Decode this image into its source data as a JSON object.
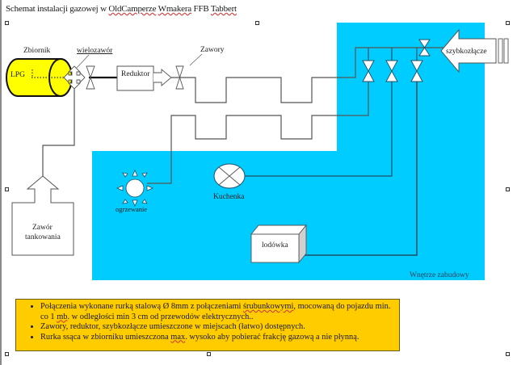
{
  "document": {
    "title_parts": {
      "prefix": "Schemat instalacji gazowej w ",
      "underlined1": "OldCamperze",
      "middle": " ",
      "underlined2": "Wmakera",
      "middle2": " FFB ",
      "underlined3": "Tabbert"
    }
  },
  "diagram": {
    "labels": {
      "tank": "Zbiornik",
      "tank_inner": "LPG",
      "multivalve": "wielozawór",
      "reducer": "Reduktor",
      "valves": "Zawory",
      "quick_coupler": "szybkozłącze",
      "filling_valve_line1": "Zawór",
      "filling_valve_line2": "tankowania",
      "heater": "ogrzewanie",
      "stove": "Kuchenka",
      "fridge": "lodówka",
      "interior": "Wnętrze zabudowy"
    },
    "colors": {
      "interior_fill": "#00ccff",
      "tank_fill": "#ffff00",
      "notes_fill": "#ffcc00",
      "pipe": "#1f4f66"
    }
  },
  "notes": {
    "items": [
      {
        "before": "Połączenia wykonane rurką stalową Ø 8mm z połączeniami ",
        "wavy": "śrubunkowymi",
        "middle": ", mocowaną do pojazdu min. co 1 ",
        "wavy2": "mb",
        "after": ". w odległości min 3 cm od przewodów elektrycznych.."
      },
      {
        "before": "Zawory, reduktor, szybkozłącze umieszczone w miejscach (łatwo) dostępnych.",
        "wavy": "",
        "middle": "",
        "wavy2": "",
        "after": ""
      },
      {
        "before": "Rurka ssąca w zbiorniku umieszczona ",
        "wavy": "max",
        "middle": ". wysoko aby pobierać frakcję gazową a nie płynną.",
        "wavy2": "",
        "after": ""
      }
    ]
  }
}
